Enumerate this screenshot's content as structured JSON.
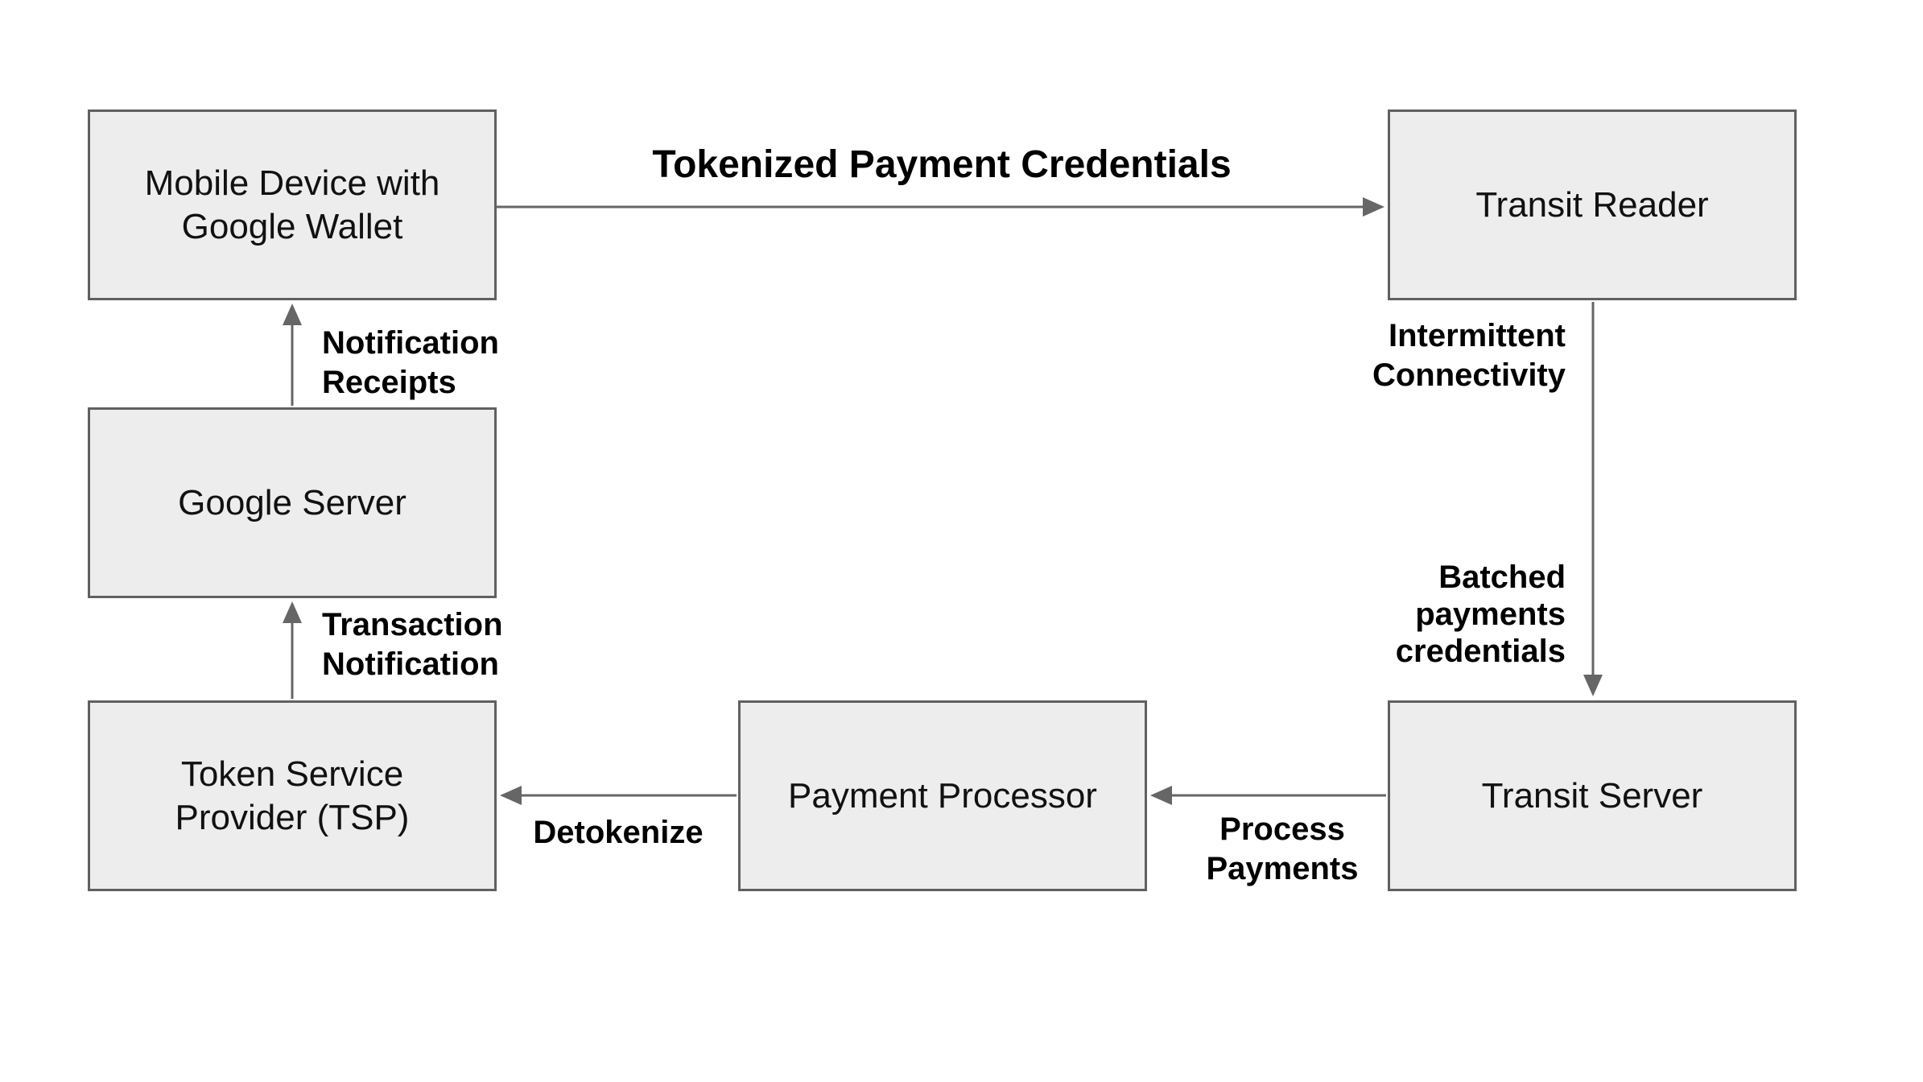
{
  "diagram": {
    "background": "#ffffff",
    "colors": {
      "box_fill": "#ededed",
      "box_border": "#606060",
      "arrow": "#666666",
      "label_text": "#000000"
    },
    "nodes": [
      {
        "id": "mobile-device-google-wallet",
        "label": "Mobile Device with\nGoogle Wallet"
      },
      {
        "id": "transit-reader",
        "label": "Transit Reader"
      },
      {
        "id": "google-server",
        "label": "Google Server"
      },
      {
        "id": "token-service-provider",
        "label": "Token Service\nProvider (TSP)"
      },
      {
        "id": "payment-processor",
        "label": "Payment Processor"
      },
      {
        "id": "transit-server",
        "label": "Transit Server"
      }
    ],
    "edges": [
      {
        "from": "mobile-device-google-wallet",
        "to": "transit-reader",
        "direction": "right",
        "label": "Tokenized Payment Credentials"
      },
      {
        "from": "transit-reader",
        "to": "transit-server",
        "direction": "down",
        "label": "Intermittent\nConnectivity",
        "label2": "Batched\npayments\ncredentials"
      },
      {
        "from": "transit-server",
        "to": "payment-processor",
        "direction": "left",
        "label": "Process\nPayments"
      },
      {
        "from": "payment-processor",
        "to": "token-service-provider",
        "direction": "left",
        "label": "Detokenize"
      },
      {
        "from": "token-service-provider",
        "to": "google-server",
        "direction": "up",
        "label": "Transaction\nNotification"
      },
      {
        "from": "google-server",
        "to": "mobile-device-google-wallet",
        "direction": "up",
        "label": "Notification\nReceipts"
      }
    ]
  }
}
